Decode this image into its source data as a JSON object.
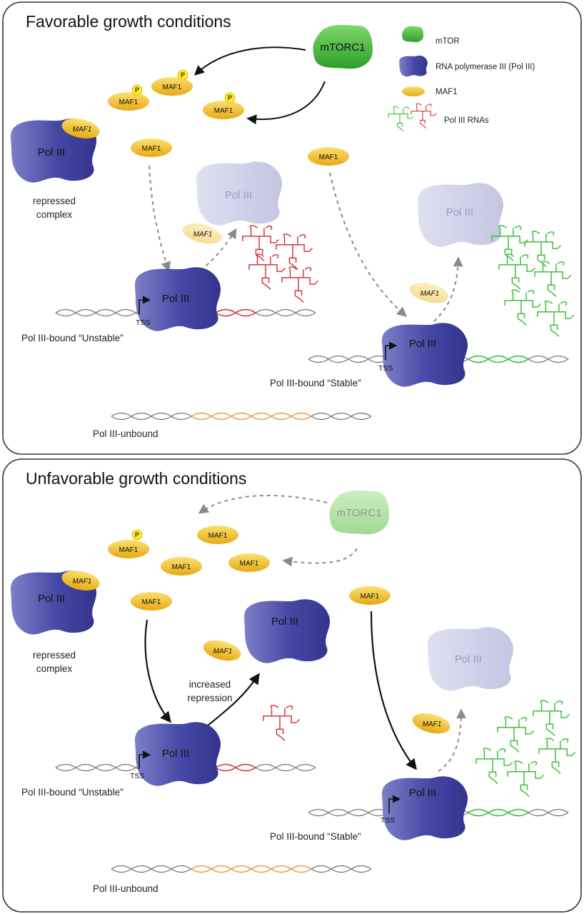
{
  "colors": {
    "mtor": "#4cba3c",
    "mtor_faded": "#a8dca0",
    "pol": "#4447a4",
    "pol_faded": "#c9cbe4",
    "maf": "#f2c21a",
    "maf_faded": "#f9e3a0",
    "phospho": "#ffec1a",
    "rna_unstable": "#d4373c",
    "rna_stable": "#3cbf3c",
    "dna": "#555555",
    "dna_unbound": "#f0a050",
    "arrow_active": "#111111",
    "arrow_inactive": "#8a8a8a"
  },
  "legend": {
    "mtor": "mTOR",
    "pol": "RNA polymerase III (Pol III)",
    "maf": "MAF1",
    "rnas": "Pol III RNAs"
  },
  "labels": {
    "mtorc1": "mTORC1",
    "pol3": "Pol III",
    "maf1": "MAF1",
    "phospho": "P",
    "tss": "TSS",
    "repressed_line1": "repressed",
    "repressed_line2": "complex",
    "unstable": "Pol III-bound “Unstable”",
    "stable": "Pol III-bound “Stable”",
    "unbound": "Pol III-unbound",
    "increased_line1": "increased",
    "increased_line2": "repression"
  },
  "panels": [
    {
      "id": "favorable",
      "title": "Favorable growth conditions"
    },
    {
      "id": "unfavorable",
      "title": "Unfavorable growth conditions"
    }
  ]
}
